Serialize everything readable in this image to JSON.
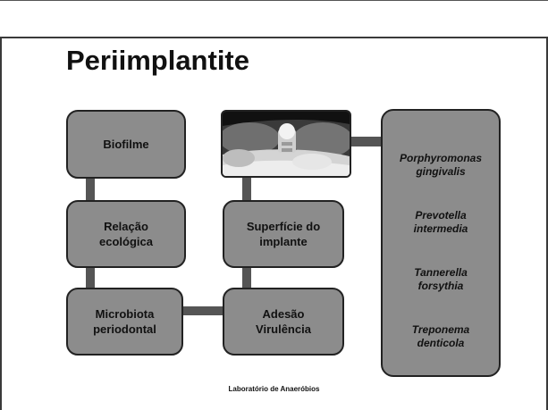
{
  "slide": {
    "title": "Periimplantite",
    "footer": "Laboratório de Anaeróbios"
  },
  "left_column": [
    {
      "label": "Biofilme"
    },
    {
      "label": "Relação\necológica"
    },
    {
      "label": "Microbiota\nperiodontal"
    }
  ],
  "middle_column": [
    {
      "label": "Superfície do\nimplante"
    },
    {
      "label": "Adesão\nVirulência"
    }
  ],
  "photo": {
    "alt": "intraoral photo of dental implant"
  },
  "bacteria": [
    {
      "name": "Porphyromonas\ngingivalis"
    },
    {
      "name": "Prevotella\nintermedia"
    },
    {
      "name": "Tannerella\nforsythia"
    },
    {
      "name": "Treponema\ndenticola"
    }
  ],
  "colors": {
    "box_fill": "#8c8c8c",
    "box_border": "#222222",
    "connector": "#555555"
  }
}
